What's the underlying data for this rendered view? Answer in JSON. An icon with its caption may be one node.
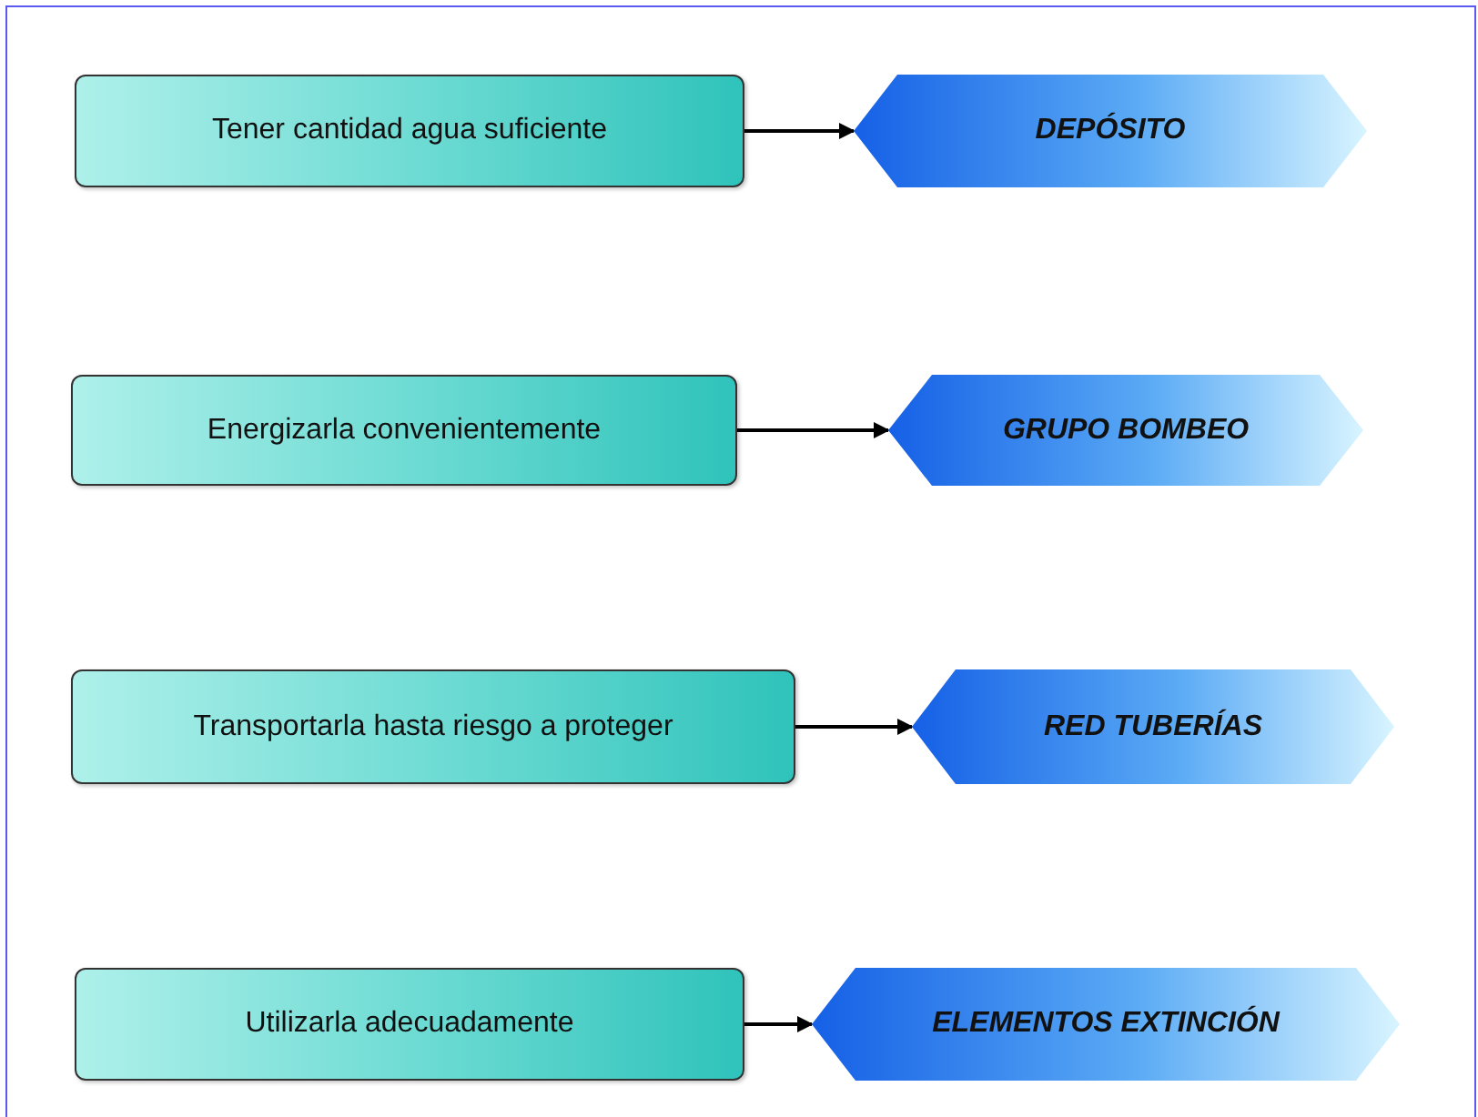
{
  "diagram": {
    "nodes": [
      {
        "text": [
          "Tener cantidad agua suficiente"
        ]
      },
      {
        "text": [
          "DEPÓSITO"
        ]
      },
      {
        "text": [
          "Energizarla convenientemente"
        ]
      },
      {
        "text": [
          "GRUPO BOMBEO"
        ]
      },
      {
        "text": [
          "Transportarla hasta riesgo a proteger"
        ]
      },
      {
        "text": [
          "RED TUBERÍAS"
        ]
      },
      {
        "text": [
          "Utilizarla adecuadamente"
        ]
      },
      {
        "text": [
          "ELEMENTOS EXTINCIÓN"
        ]
      }
    ],
    "edges": [
      {
        "from": 0,
        "to": 1,
        "arrow": "to"
      },
      {
        "from": 2,
        "to": 3,
        "arrow": "to"
      },
      {
        "from": 4,
        "to": 5,
        "arrow": "to"
      },
      {
        "from": 6,
        "to": 7,
        "arrow": "to"
      }
    ]
  }
}
